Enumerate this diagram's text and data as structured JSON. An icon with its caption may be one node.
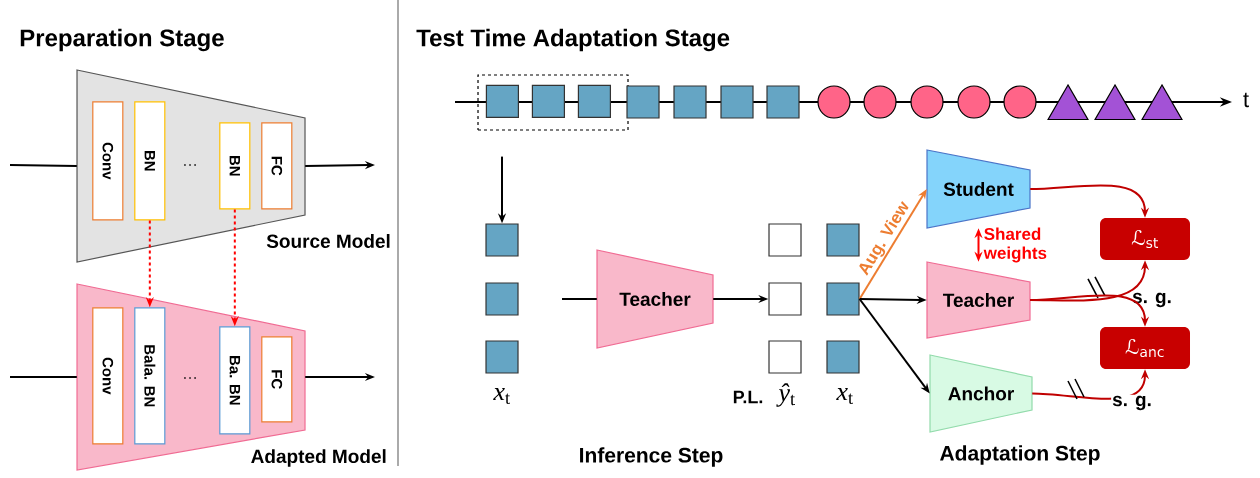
{
  "diagram": {
    "nodes": [
      {
        "text": [
          "Source Model"
        ]
      },
      {
        "text": [
          "Conv"
        ],
        "in": 0
      },
      {
        "text": [
          "BN"
        ],
        "in": 0
      },
      {
        "text": [
          "BN"
        ],
        "in": 0
      },
      {
        "text": [
          "FC"
        ],
        "in": 0
      },
      {
        "text": [
          "Adapted Model"
        ]
      },
      {
        "text": [
          "Conv"
        ],
        "in": 5
      },
      {
        "text": [
          "Bala. BN"
        ],
        "in": 5
      },
      {
        "text": [
          "Ba. BN"
        ],
        "in": 5
      },
      {
        "text": [
          "FC"
        ],
        "in": 5
      },
      {
        "text": [],
        "shape": "box"
      },
      {
        "text": [],
        "shape": "box",
        "in": 10
      },
      {
        "text": [],
        "shape": "box",
        "in": 10
      },
      {
        "text": [],
        "shape": "box",
        "in": 10
      },
      {
        "text": [],
        "shape": "box"
      },
      {
        "text": [],
        "shape": "box"
      },
      {
        "text": [],
        "shape": "box"
      },
      {
        "text": [],
        "shape": "box"
      },
      {
        "text": [],
        "shape": "circle"
      },
      {
        "text": [],
        "shape": "circle"
      },
      {
        "text": [],
        "shape": "circle"
      },
      {
        "text": [],
        "shape": "circle"
      },
      {
        "text": [],
        "shape": "circle"
      },
      {
        "text": [],
        "shape": "triangle"
      },
      {
        "text": [],
        "shape": "triangle"
      },
      {
        "text": [],
        "shape": "triangle"
      },
      {
        "text": [],
        "shape": "box"
      },
      {
        "text": [],
        "shape": "box"
      },
      {
        "text": [],
        "shape": "box"
      },
      {
        "text": [
          "Teacher"
        ]
      },
      {
        "text": [],
        "shape": "box"
      },
      {
        "text": [],
        "shape": "box"
      },
      {
        "text": [],
        "shape": "box"
      },
      {
        "text": [],
        "shape": "box"
      },
      {
        "text": [],
        "shape": "box"
      },
      {
        "text": [],
        "shape": "box"
      },
      {
        "text": [
          "Student"
        ]
      },
      {
        "text": [
          "Teacher"
        ]
      },
      {
        "text": [
          "Anchor"
        ]
      },
      {
        "text": [
          "ℒ$_{st}$"
        ]
      },
      {
        "text": [
          "ℒ$_{anc}$"
        ]
      }
    ],
    "edges": [
      {
        "from": null,
        "to": 0,
        "arrow": "none"
      },
      {
        "from": 0,
        "to": null,
        "arrow": "to"
      },
      {
        "from": null,
        "to": 5,
        "arrow": "none"
      },
      {
        "from": 5,
        "to": null,
        "arrow": "to"
      },
      {
        "from": 2,
        "to": 7,
        "arrow": "to",
        "style": "dashed",
        "color": "#ff0000"
      },
      {
        "from": 3,
        "to": 8,
        "arrow": "to",
        "style": "dashed",
        "color": "#ff0000"
      },
      {
        "from": 10,
        "to": 26,
        "arrow": "to"
      },
      {
        "from": null,
        "to": 29,
        "arrow": "none"
      },
      {
        "from": 29,
        "to": 31,
        "arrow": "to"
      },
      {
        "from": 34,
        "to": 36,
        "arrow": "to",
        "label": "Aug. View",
        "color": "#ed7d31"
      },
      {
        "from": 34,
        "to": 37,
        "arrow": "to"
      },
      {
        "from": 34,
        "to": 38,
        "arrow": "to"
      },
      {
        "from": 36,
        "to": 37,
        "arrow": "both",
        "label": "Shared weights",
        "color": "#ff0000"
      },
      {
        "from": 36,
        "to": 39,
        "arrow": "to",
        "color": "#c00000"
      },
      {
        "from": 37,
        "to": 39,
        "arrow": "to",
        "label": "s. g.",
        "color": "#c00000"
      },
      {
        "from": 37,
        "to": 40,
        "arrow": "to",
        "color": "#c00000"
      },
      {
        "from": 38,
        "to": 40,
        "arrow": "to",
        "label": "s. g.",
        "color": "#c00000"
      }
    ],
    "labels": [
      "Preparation Stage",
      "Test Time Adaptation Stage",
      "…",
      "…",
      "t",
      "*x*$_{t}$",
      "P.L.",
      "*ŷ*$_{t}$",
      "*x*$_{t}$",
      "Inference Step",
      "Adaptation Step"
    ]
  }
}
